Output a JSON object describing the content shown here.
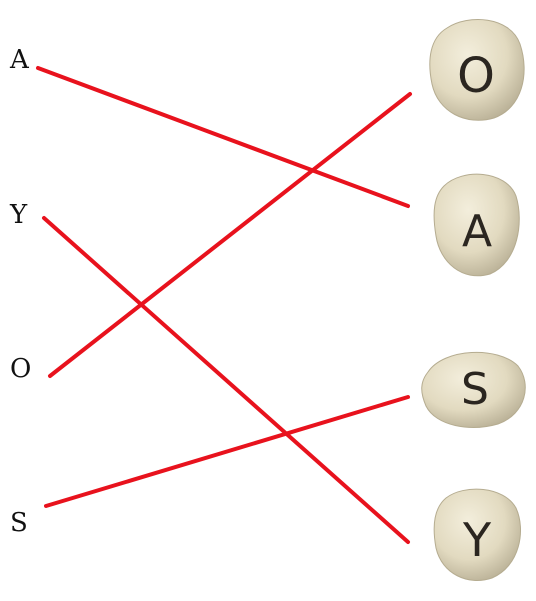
{
  "left_letters": [
    "A",
    "Y",
    "O",
    "S"
  ],
  "stones": [
    "O",
    "A",
    "S",
    "Y"
  ],
  "connections": [
    {
      "from": "A",
      "to": "A"
    },
    {
      "from": "Y",
      "to": "Y"
    },
    {
      "from": "O",
      "to": "O"
    },
    {
      "from": "S",
      "to": "S"
    }
  ],
  "colors": {
    "line": "#e8121d",
    "stone_fill": "#e6dfc6",
    "stone_shade": "#c9c1a6",
    "letter": "#111111"
  }
}
